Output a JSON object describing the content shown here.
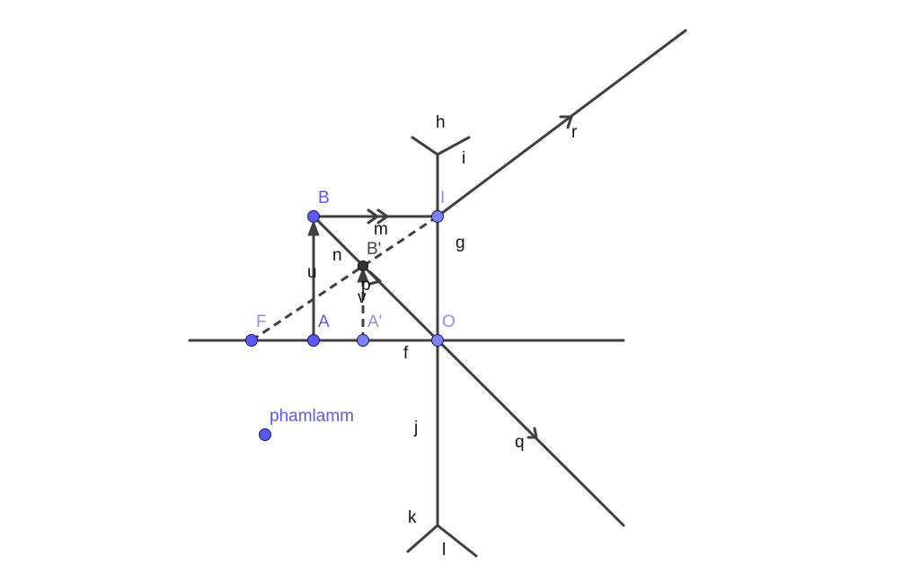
{
  "colors": {
    "line": "#404040",
    "point_fill": "#5a5af0",
    "point_fill_light": "#7f82f5",
    "point_dark": "#333333",
    "point_label": "#5a5af0",
    "point_label_light": "#8a8ff0",
    "text": "#111111"
  },
  "points": {
    "B": "B",
    "I": "I",
    "F": "F",
    "A": "A",
    "A_prime": "A'",
    "O": "O",
    "B_prime": "B'",
    "phamlamm": "phamlamm"
  },
  "line_labels": {
    "h": "h",
    "i": "i",
    "g": "g",
    "m": "m",
    "n": "n",
    "u": "u",
    "v": "v",
    "p": "p",
    "f": "f",
    "j": "j",
    "k": "k",
    "l": "l",
    "q": "q",
    "r": "r"
  },
  "icons": {
    "ray_direction": "arrow-head-icon",
    "double_direction": "double-arrow-head-icon"
  }
}
